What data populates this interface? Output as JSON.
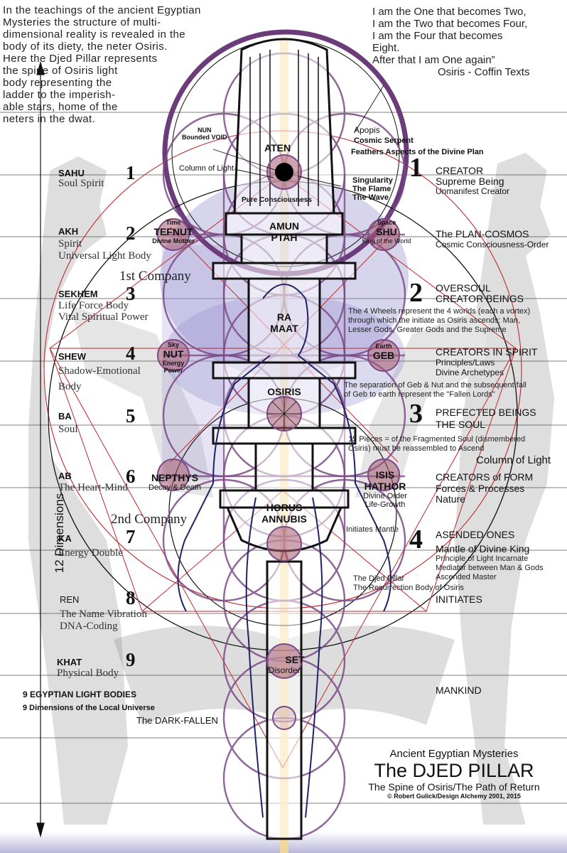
{
  "intro": [
    "In the teachings of the ancient Egyptian",
    "Mysteries the structure of multi-",
    "dimensional reality is revealed in the",
    "body of its diety, the neter Osiris.",
    "Here the Djed Pillar represents",
    "the spine of Osiris light",
    "body representing the",
    "ladder to the imperish-",
    "able stars, home of the",
    "neters in the dwat."
  ],
  "quote": [
    "I am the One that becomes Two,",
    "I am the Two that becomes Four,",
    "I am the Four that becomes",
    "Eight.",
    "After that I am One again”",
    "Osiris - Coffin Texts"
  ],
  "axis_label": "12 Dimensions",
  "light_bodies": [
    {
      "num": "1",
      "name": "SAHU",
      "desc": [
        "Soul Spirit"
      ]
    },
    {
      "num": "2",
      "name": "AKH",
      "desc": [
        "Spirit",
        "Universal Light Body"
      ]
    },
    {
      "num": "3",
      "name": "SEKHEM",
      "desc": [
        "Life Force Body",
        "Vital Spiritual Power"
      ]
    },
    {
      "num": "4",
      "name": "SHEW",
      "desc": [
        "Shadow-Emotional",
        "Body"
      ]
    },
    {
      "num": "5",
      "name": "BA",
      "desc": [
        "Soul"
      ]
    },
    {
      "num": "6",
      "name": "AB",
      "desc": [
        "The Heart-Mind"
      ]
    },
    {
      "num": "7",
      "name": "KA",
      "desc": [
        "Energy Double"
      ]
    },
    {
      "num": "8",
      "name": "REN",
      "desc": [
        "The Name Vibration",
        "DNA-Coding"
      ]
    },
    {
      "num": "9",
      "name": "KHAT",
      "desc": [
        "Physical Body"
      ]
    }
  ],
  "left_footer": {
    "heading": "9 EGYPTIAN LIGHT BODIES",
    "sub": "9 Dimensions of the Local Universe",
    "dark": "The DARK-FALLEN"
  },
  "companies": {
    "first": "1st Company",
    "second": "2nd Company"
  },
  "right_levels": [
    {
      "num": "1",
      "title": "CREATOR",
      "lines": [
        "Supreme Being",
        "Unmanifest Creator"
      ]
    },
    {
      "num": "",
      "title": "The PLAN-COSMOS",
      "lines": [
        "Cosmic Consciousness-Order"
      ]
    },
    {
      "num": "2",
      "title": "OVERSOUL",
      "lines": [
        "CREATOR BEINGS"
      ]
    },
    {
      "num": "",
      "title": "CREATORS IN SPIRIT",
      "lines": [
        "Principles/Laws",
        "Divine Archetypes"
      ]
    },
    {
      "num": "3",
      "title": "PREFECTED BEINGS",
      "lines": [
        "THE SOUL"
      ]
    },
    {
      "num": "",
      "title": "CREATORS of FORM",
      "lines": [
        "Forces & Processes",
        "Nature"
      ]
    },
    {
      "num": "4",
      "title": "ASENDED ONES",
      "lines": [
        "Mantle of Divine King"
      ]
    },
    {
      "num": "",
      "title": "INITIATES",
      "lines": []
    },
    {
      "num": "",
      "title": "MANKIND",
      "lines": []
    }
  ],
  "right_notes": {
    "wheels": [
      "The 4 Wheels  represent the 4 worlds (each a vortex)",
      "through which the initiate as Osiris ascends: Man,",
      "Lesser Gods, Greater Gods and the Supreme"
    ],
    "separation": [
      "The separation of Geb & Nut and the subsequent fall",
      "of Geb to earth represent the \"Fallen Lords\""
    ],
    "pieces": [
      "15 Pieces = of the Fragmented Soul (dismembered",
      "Osiris) must be reassembled to Ascend"
    ],
    "column_of_light": "Column of Light",
    "divine_king": [
      "Principle of Light Incarnate",
      "Mediator between Man & Gods",
      "Ascended Master"
    ],
    "djed": [
      "The Djed Pillar",
      "The Resurrection Body of Osiris"
    ],
    "mantle": "Initiates Mantle"
  },
  "nodes": {
    "nun": [
      "NUN",
      "Bounded VOID"
    ],
    "aten": "ATEN",
    "column": "Column of Light",
    "pure": "Pure Consciousness",
    "apopis": [
      "Apopis",
      "Cosmic Serpent"
    ],
    "feathers": "Feathers  Aspects of the Divine Plan",
    "singularity": [
      "Singularity",
      "The Flame",
      "The Wave"
    ],
    "tefnut": [
      "Time",
      "TEFNUT",
      "Divine Mother"
    ],
    "amun": [
      "AMUN",
      "PTAH"
    ],
    "shu": [
      "Space",
      "SHU",
      "King of the World"
    ],
    "ra": [
      "RA",
      "MAAT"
    ],
    "nut": [
      "Sky",
      "NUT",
      "Energy",
      "Power"
    ],
    "geb": [
      "Earth",
      "GEB"
    ],
    "osiris": "OSIRIS",
    "nepthys": [
      "NEPTHYS",
      "Decay & Death"
    ],
    "isis": [
      "ISIS",
      "HATHOR",
      "Divine Order",
      "Life-Growth"
    ],
    "horus": [
      "HORUS",
      "ANNUBIS"
    ],
    "set": [
      "SET",
      "Disorder"
    ]
  },
  "title": {
    "line1": "Ancient Egyptian Mysteries",
    "line2": "The DJED PILLAR",
    "line3": "The Spine of Osiris/The Path of Return",
    "credit": "©  Robert Gulick/Design Alchemy  2001, 2015"
  }
}
